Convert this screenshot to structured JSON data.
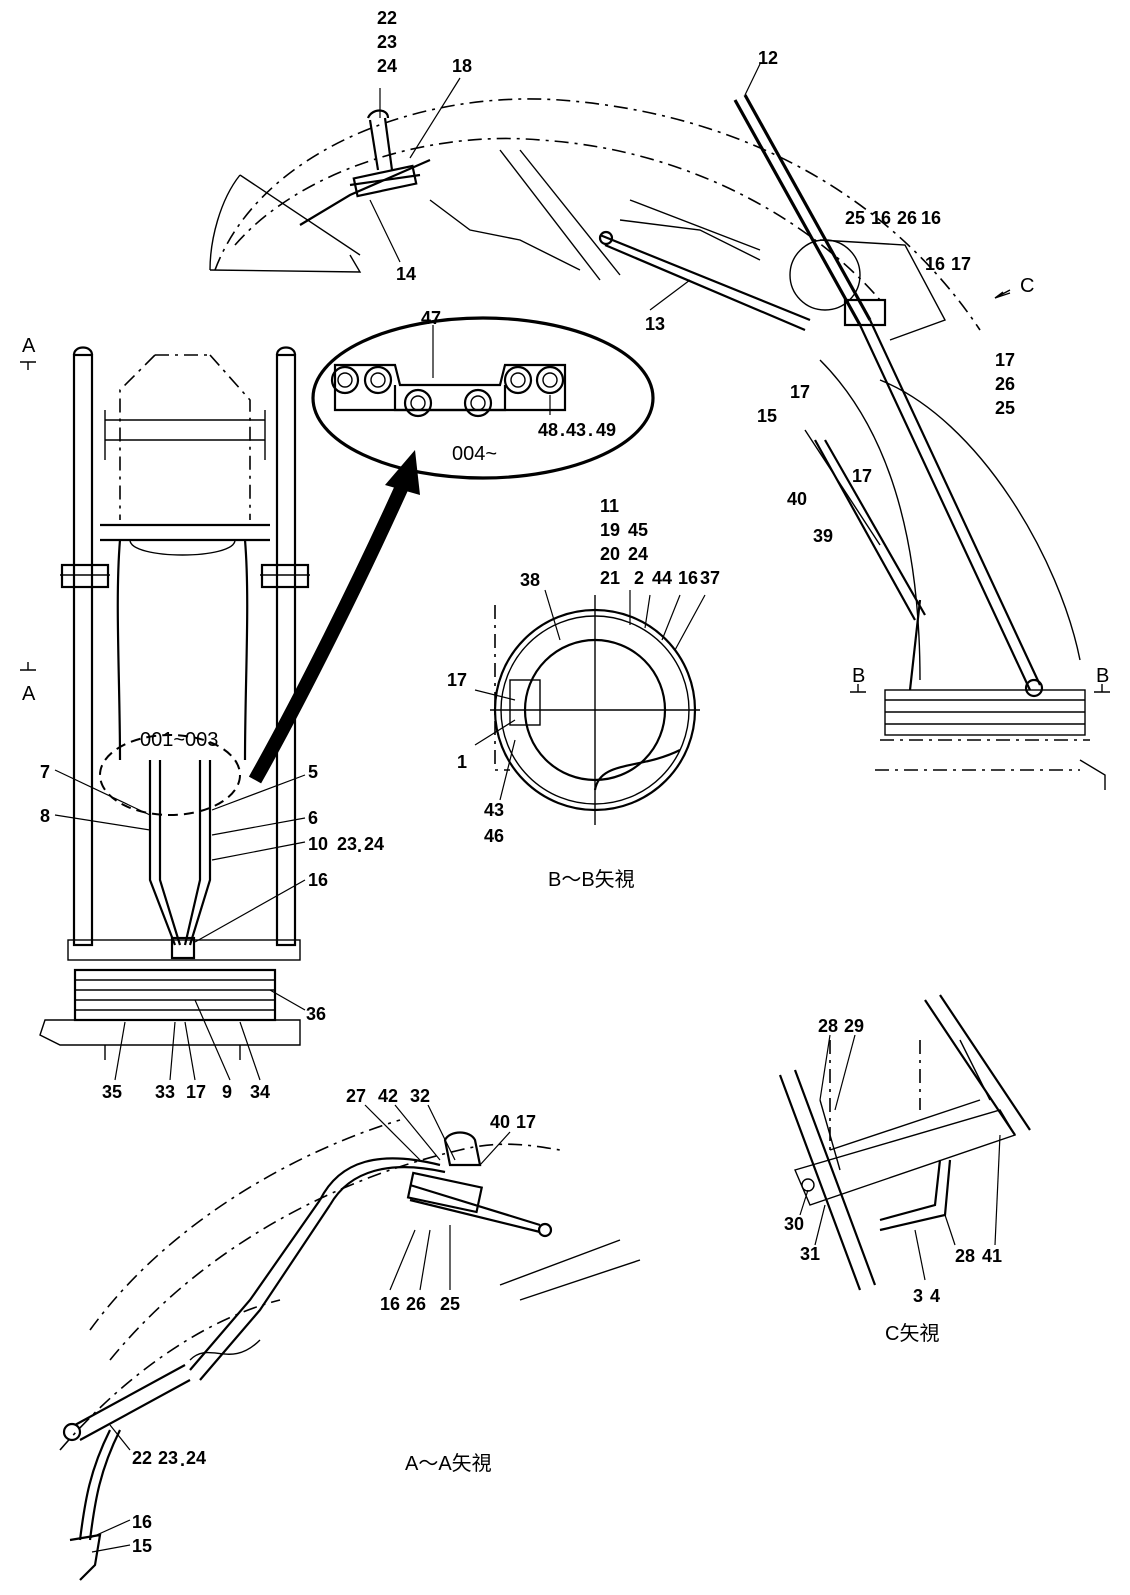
{
  "callouts": {
    "top": [
      "22",
      "23",
      "24",
      "18",
      "14",
      "12",
      "13",
      "25",
      "16",
      "26",
      "16",
      "16",
      "17",
      "C"
    ],
    "right_column": [
      "17",
      "26",
      "25",
      "17",
      "15",
      "40",
      "17",
      "39"
    ],
    "bb_view": [
      "11",
      "19",
      "45",
      "20",
      "24",
      "21",
      "2",
      "44",
      "16",
      "37",
      "38",
      "17",
      "1",
      "43",
      "46"
    ],
    "detail": [
      "47",
      "48",
      "43",
      "49"
    ],
    "front": [
      "7",
      "5",
      "8",
      "6",
      "10",
      "23",
      "24",
      "16",
      "36",
      "35",
      "33",
      "17",
      "9",
      "34"
    ],
    "aa_view": [
      "27",
      "42",
      "32",
      "40",
      "17",
      "16",
      "26",
      "25",
      "22",
      "23",
      "24",
      "16",
      "15"
    ],
    "c_view": [
      "28",
      "29",
      "30",
      "31",
      "28",
      "41",
      "3",
      "4"
    ]
  },
  "section_marks": {
    "a_top": "A",
    "a_bottom": "A",
    "b_left": "B",
    "b_right": "B",
    "c_arrow": "C"
  },
  "detail_codes": {
    "detail_range": "004~",
    "front_range": "001~003"
  },
  "captions": {
    "bb": "B～B矢視",
    "aa": "A～A矢視",
    "c": "C矢視"
  }
}
